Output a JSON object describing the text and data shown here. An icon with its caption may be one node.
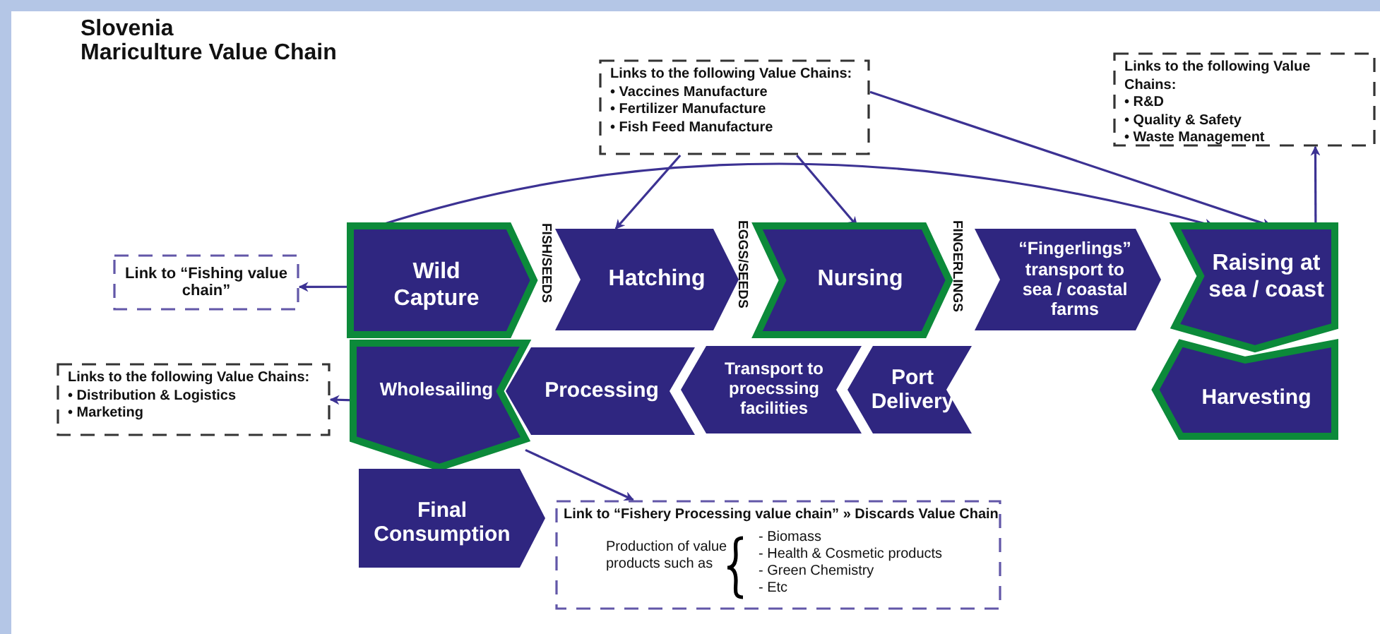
{
  "diagram": {
    "title": "Slovenia Mariculture Value Chain",
    "nodes": [
      {
        "text": [
          "Wild Capture"
        ]
      },
      {
        "text": [
          "Hatching"
        ]
      },
      {
        "text": [
          "Nursing"
        ]
      },
      {
        "text": [
          "“Fingerlings” transport to sea / coastal farms"
        ]
      },
      {
        "text": [
          "Raising at sea / coast"
        ]
      },
      {
        "text": [
          "Harvesting"
        ]
      },
      {
        "text": [
          "Port Delivery"
        ]
      },
      {
        "text": [
          "Transport to proecssing facilities"
        ]
      },
      {
        "text": [
          "Processing"
        ]
      },
      {
        "text": [
          "Wholesailing"
        ]
      },
      {
        "text": [
          "Final Consumption"
        ]
      },
      {
        "text": [
          "Links to the following Value Chains:",
          "• Vaccines Manufacture",
          "• Fertilizer Manufacture",
          "• Fish Feed Manufacture"
        ]
      },
      {
        "text": [
          "Links to the following Value Chains:",
          "• R&D",
          "• Quality & Safety",
          "• Waste Management"
        ]
      },
      {
        "text": [
          "Link to “Fishing value chain”"
        ]
      },
      {
        "text": [
          "Links to the following Value Chains:",
          "• Distribution & Logistics",
          "• Marketing"
        ]
      },
      {
        "text": [
          "Link to “Fishery Processing value chain” » Discards Value Chain",
          "Production of value products such as",
          "- Biomass",
          "- Health & Cosmetic products",
          "- Green Chemistry",
          "- Etc"
        ]
      }
    ],
    "edges": [
      {
        "from": 0,
        "to": 13,
        "arrow": "to"
      },
      {
        "from": 11,
        "to": 1,
        "arrow": "to"
      },
      {
        "from": 11,
        "to": 2,
        "arrow": "to"
      },
      {
        "from": 11,
        "to": 4,
        "arrow": "to"
      },
      {
        "from": 0,
        "to": 4,
        "arrow": "to"
      },
      {
        "from": 4,
        "to": 12,
        "arrow": "to"
      },
      {
        "from": 9,
        "to": 14,
        "arrow": "to"
      },
      {
        "from": 9,
        "to": 15,
        "arrow": "to"
      }
    ],
    "labels": [
      "FISH/SEEDS",
      "EGGS/SEEDS",
      "FINGERLINGS"
    ]
  }
}
